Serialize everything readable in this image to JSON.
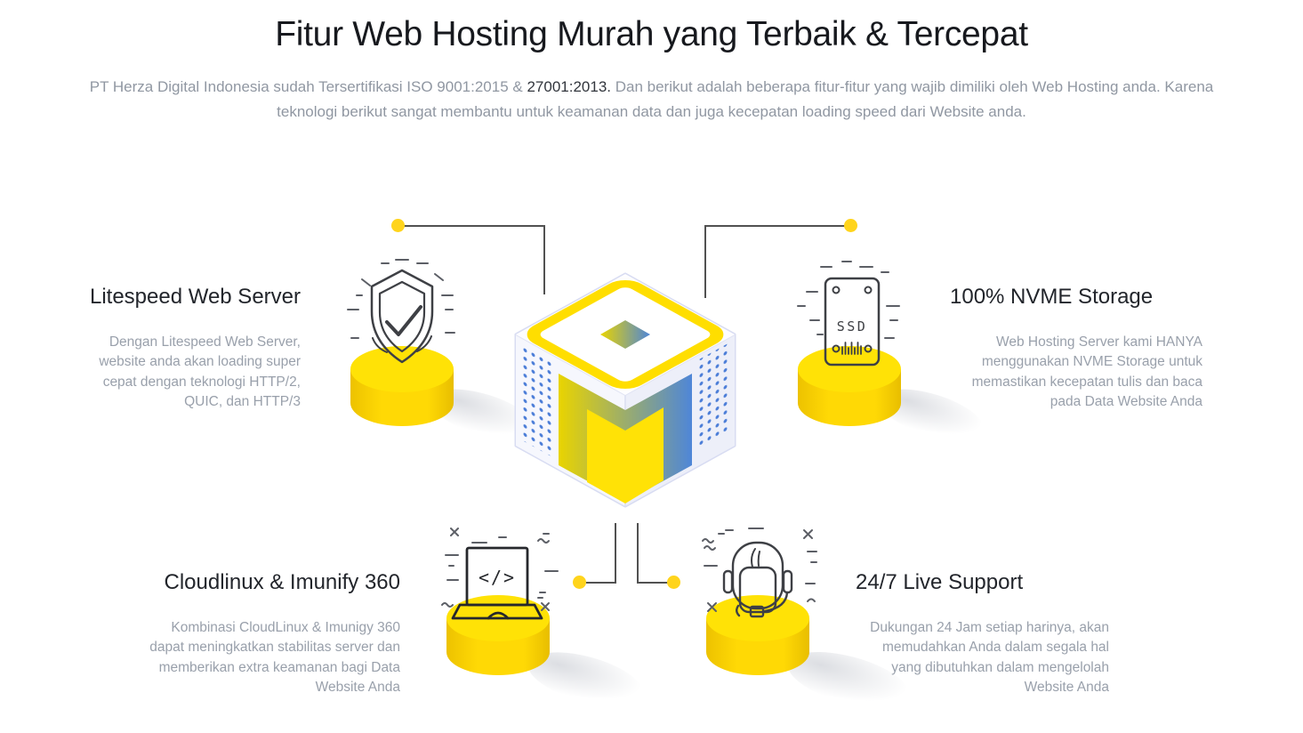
{
  "header": {
    "title": "Fitur Web Hosting Murah yang Terbaik & Tercepat",
    "subtitle_before": "PT Herza Digital Indonesia sudah Tersertifikasi ISO 9001:2015 & ",
    "subtitle_highlight": "27001:2013.",
    "subtitle_after": " Dan berikut adalah beberapa fitur-fitur yang wajib dimiliki oleh Web Hosting anda. Karena teknologi berikut sangat membantu untuk keamanan data dan juga kecepatan loading speed dari Website anda."
  },
  "features": [
    {
      "title": "Litespeed Web Server",
      "description": "Dengan Litespeed Web Server, website anda akan loading super cepat dengan teknologi HTTP/2, QUIC,  dan HTTP/3",
      "icon": "shield-check-icon"
    },
    {
      "title": "100% NVME Storage",
      "description": "Web Hosting Server kami HANYA menggunakan NVME Storage untuk memastikan kecepatan tulis dan baca pada Data Website Anda",
      "icon": "ssd-icon"
    },
    {
      "title": "Cloudlinux & Imunify 360",
      "description": "Kombinasi CloudLinux & Imunigy 360 dapat meningkatkan stabilitas server dan memberikan extra keamanan bagi Data Website Anda",
      "icon": "laptop-code-icon"
    },
    {
      "title": "24/7 Live Support",
      "description": "Dukungan 24 Jam setiap harinya, akan memudahkan Anda dalam segala hal yang dibutuhkan dalam mengelolah Website Anda",
      "icon": "headset-support-icon"
    }
  ],
  "illustration": {
    "center": "server-cube-illustration",
    "ssd_label": "SSD",
    "code_label": "</>"
  },
  "colors": {
    "yellow": "#FFE206",
    "gold_dot": "#FFD41C",
    "blue": "#4E86D8",
    "dots_blue": "#4C7ED8",
    "connector_line": "#515151",
    "title_text": "#17191E",
    "subtitle_text": "#9097A2",
    "feature_title_text": "#22252B",
    "feature_body_text": "#99A0AB"
  }
}
